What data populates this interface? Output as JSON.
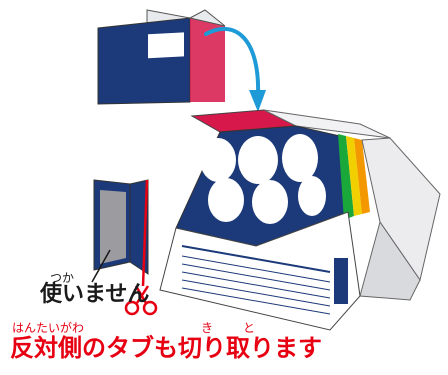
{
  "labels": {
    "unused": "使いません",
    "unused_reading": "つか",
    "instruction": "反対側のタブも切り取ります",
    "instruction_reading_1": "はんたいがわ",
    "instruction_reading_2": "き",
    "instruction_reading_3": "と"
  },
  "colors": {
    "instruction": "#e60012",
    "arrow": "#1e9ad6",
    "tab_red": "#d6184a",
    "box_navy": "#1c3a7a",
    "box_white": "#ffffff",
    "box_side": "#e9eaed",
    "scissors": "#e60012"
  },
  "icons": {
    "scissors": "scissors-icon",
    "arrow": "curved-arrow-icon"
  }
}
